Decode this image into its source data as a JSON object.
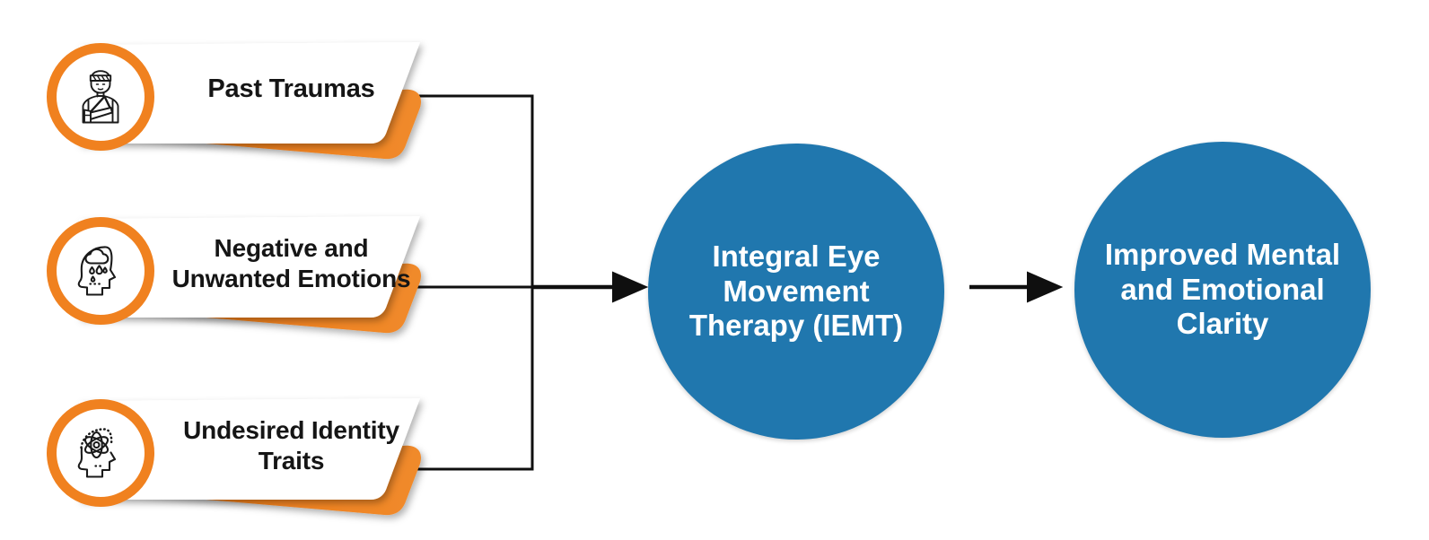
{
  "diagram": {
    "title": "IEMT process flow",
    "colors": {
      "accent_orange": "#F0811F",
      "bubble_blue": "#2077AE",
      "connector_black": "#0F0F0F",
      "card_white": "#FFFFFF",
      "background": "#FFFFFF"
    },
    "inputs": [
      {
        "id": "past-traumas",
        "label": "Past Traumas",
        "icon": "injured-person-icon"
      },
      {
        "id": "negative-emotions",
        "label": "Negative and\nUnwanted Emotions",
        "line1": "Negative and",
        "line2": "Unwanted Emotions",
        "icon": "head-rain-cloud-icon"
      },
      {
        "id": "identity-traits",
        "label": "Undesired Identity\nTraits",
        "line1": "Undesired Identity",
        "line2": "Traits",
        "icon": "head-atom-icon"
      }
    ],
    "process": {
      "id": "iemt",
      "line1": "Integral Eye",
      "line2": "Movement",
      "line3": "Therapy (IEMT)",
      "full_label": "Integral Eye Movement Therapy (IEMT)"
    },
    "outcome": {
      "id": "clarity",
      "line1": "Improved Mental",
      "line2": "and Emotional",
      "line3": "Clarity",
      "full_label": "Improved Mental and Emotional Clarity"
    },
    "connectors": {
      "inputs_to_process": "three branch lines merging into a vertical bus, then one arrow into the process circle",
      "process_to_outcome": "single straight arrow"
    }
  }
}
